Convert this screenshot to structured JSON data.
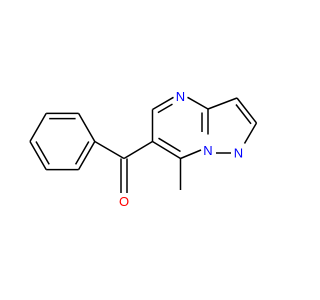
{
  "molecule": {
    "atoms": {
      "n_ring_top": {
        "symbol": "N",
        "color": "#0000ff"
      },
      "n_bridge": {
        "symbol": "N",
        "color": "#0000ff"
      },
      "n_pyrazole": {
        "symbol": "N",
        "color": "#0000ff"
      },
      "o_carbonyl": {
        "symbol": "O",
        "color": "#ff0000"
      }
    },
    "bond_color": "#000000"
  }
}
